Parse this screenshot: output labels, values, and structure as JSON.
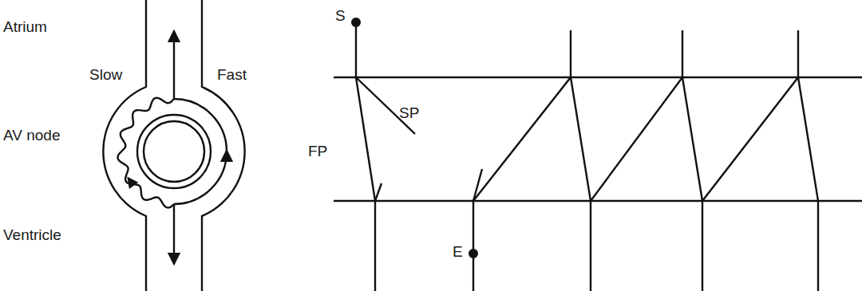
{
  "diagram": {
    "labels": [
      "Atrium",
      "Slow",
      "Fast",
      "AV node",
      "Ventricle",
      "S",
      "SP",
      "FP",
      "E"
    ]
  }
}
